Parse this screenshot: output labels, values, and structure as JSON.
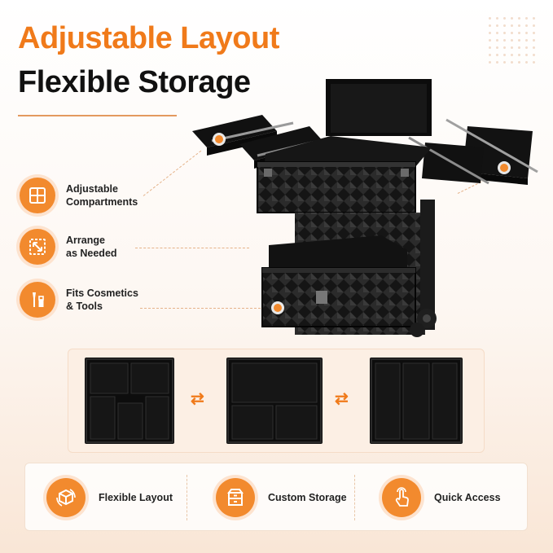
{
  "header": {
    "title_line1": "Adjustable Layout",
    "title_line2": "Flexible Storage"
  },
  "features": [
    {
      "icon": "grid-icon",
      "line1": "Adjustable",
      "line2": "Compartments"
    },
    {
      "icon": "arrange-arrows-icon",
      "line1": "Arrange",
      "line2": "as Needed"
    },
    {
      "icon": "makeup-brush-icon",
      "line1": "Fits Cosmetics",
      "line2": "& Tools"
    }
  ],
  "bottom_features": [
    {
      "icon": "box-arrows-icon",
      "label": "Flexible Layout"
    },
    {
      "icon": "drawer-icon",
      "label": "Custom Storage"
    },
    {
      "icon": "tap-hand-icon",
      "label": "Quick Access"
    }
  ],
  "colors": {
    "accent": "#f28a2e",
    "title_orange": "#f07a1a",
    "case_black": "#111111"
  }
}
